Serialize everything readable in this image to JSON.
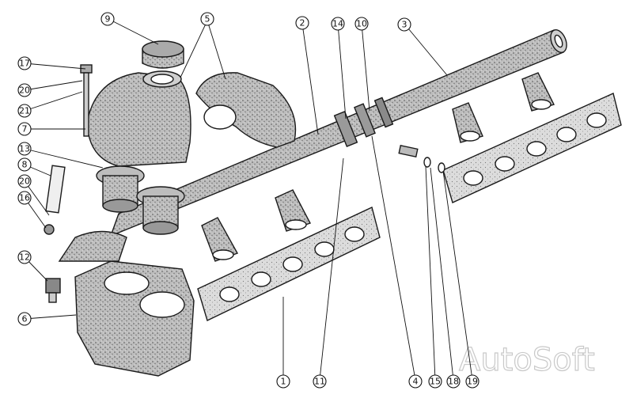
{
  "diagram": {
    "watermark": "AutoSoft",
    "callouts": [
      {
        "id": "c1",
        "label": "1"
      },
      {
        "id": "c2",
        "label": "2"
      },
      {
        "id": "c3",
        "label": "3"
      },
      {
        "id": "c4",
        "label": "4"
      },
      {
        "id": "c5",
        "label": "5"
      },
      {
        "id": "c6",
        "label": "6"
      },
      {
        "id": "c7",
        "label": "7"
      },
      {
        "id": "c8",
        "label": "8"
      },
      {
        "id": "c9",
        "label": "9"
      },
      {
        "id": "c10",
        "label": "10"
      },
      {
        "id": "c11",
        "label": "11"
      },
      {
        "id": "c12",
        "label": "12"
      },
      {
        "id": "c13",
        "label": "13"
      },
      {
        "id": "c14",
        "label": "14"
      },
      {
        "id": "c15",
        "label": "15"
      },
      {
        "id": "c16",
        "label": "16"
      },
      {
        "id": "c17",
        "label": "17"
      },
      {
        "id": "c18",
        "label": "18"
      },
      {
        "id": "c19",
        "label": "19"
      },
      {
        "id": "c20a",
        "label": "20"
      },
      {
        "id": "c20b",
        "label": "20"
      },
      {
        "id": "c21",
        "label": "21"
      }
    ]
  }
}
